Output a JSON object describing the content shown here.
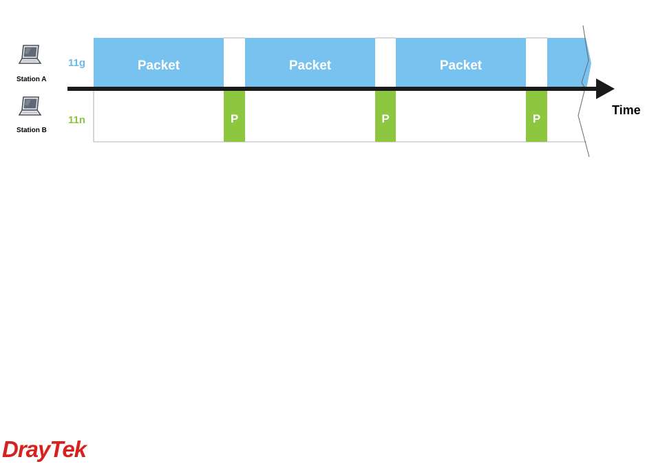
{
  "stations": [
    {
      "name": "Station A",
      "band": "11g",
      "band_color": "#6cb8e6",
      "icon": "laptop-icon"
    },
    {
      "name": "Station B",
      "band": "11n",
      "band_color": "#8bc53f",
      "icon": "laptop-icon"
    }
  ],
  "rows": {
    "top": {
      "fill": "#77c2ee",
      "segments": [
        {
          "label": "Packet"
        },
        {
          "label": "Packet"
        },
        {
          "label": "Packet"
        },
        {
          "label": ""
        }
      ]
    },
    "bottom": {
      "fill": "#8dc63f",
      "segments": [
        {
          "label": "P"
        },
        {
          "label": "P"
        },
        {
          "label": "P"
        }
      ]
    }
  },
  "axis": {
    "label": "Time"
  },
  "logo": {
    "text": "DrayTek",
    "color": "#d8201c"
  }
}
